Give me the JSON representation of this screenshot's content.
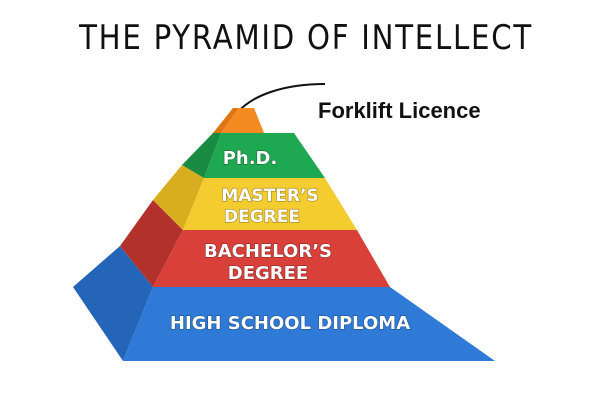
{
  "title": "THE PYRAMID OF INTELLECT",
  "callout": "Forklift Licence",
  "tiers": [
    {
      "line1": "HIGH SCHOOL DIPLOMA",
      "line2": "",
      "color_front": "#2f7ad6",
      "color_side": "#2565b8"
    },
    {
      "line1": "BACHELOR’S",
      "line2": "DEGREE",
      "color_front": "#d9403a",
      "color_side": "#b3312b"
    },
    {
      "line1": "MASTER’S",
      "line2": "DEGREE",
      "color_front": "#f5cc2f",
      "color_side": "#d9ad20"
    },
    {
      "line1": "Ph.D.",
      "line2": "",
      "color_front": "#1fa852",
      "color_side": "#188a42"
    },
    {
      "line1": "",
      "line2": "",
      "color_front": "#f58a22",
      "color_side": "#e07514"
    }
  ]
}
